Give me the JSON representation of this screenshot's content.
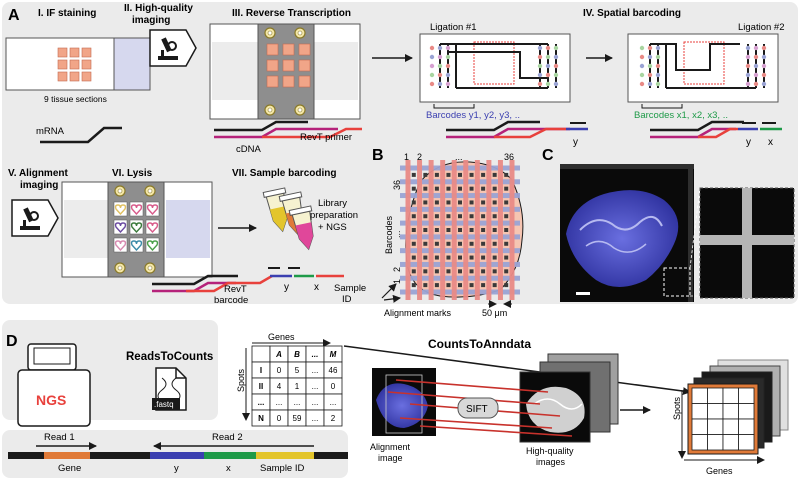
{
  "panel_a": {
    "letter": "A",
    "step1_title": "I. IF staining",
    "step1_caption": "9 tissue sections",
    "step2_title_line1": "II. High-quality",
    "step2_title_line2": "imaging",
    "step3_title": "III. Reverse Transcription",
    "mrna_label": "mRNA",
    "cdna_label": "cDNA",
    "revt_primer_label": "RevT primer",
    "step4_title": "IV. Spatial barcoding",
    "ligation1_label": "Ligation #1",
    "ligation2_label": "Ligation #2",
    "barcodes_y": "Barcodes y1, y2, y3, ..",
    "barcodes_x": "Barcodes x1, x2, x3, ..",
    "y_label": "y",
    "x_label": "x",
    "step5_title_line1": "V. Alignment",
    "step5_title_line2": "imaging",
    "step6_title": "VI. Lysis",
    "step7_title": "VII. Sample barcoding",
    "library_line1": "Library",
    "library_line2": "preparation",
    "library_line3": "+ NGS",
    "revt_barcode_line1": "RevT",
    "revt_barcode_line2": "barcode",
    "sample_id_line1": "Sample",
    "sample_id_line2": "ID"
  },
  "panel_b": {
    "letter": "B",
    "top_labels": [
      "1",
      "2",
      "...",
      "36"
    ],
    "left_labels": [
      "36",
      "...",
      "2",
      "1"
    ],
    "axis_label": "Barcodes",
    "alignment_marks": "Alignment marks",
    "scale_label": "50 μm"
  },
  "panel_c": {
    "letter": "C"
  },
  "panel_d": {
    "letter": "D",
    "ngs_label": "NGS",
    "reads_to_counts": "ReadsToCounts",
    "fastq_label": ".fastq",
    "genes_label": "Genes",
    "spots_label": "Spots",
    "table_header": [
      "",
      "A",
      "B",
      "...",
      "M"
    ],
    "table_rows": [
      [
        "I",
        "0",
        "5",
        "...",
        "46"
      ],
      [
        "II",
        "4",
        "1",
        "...",
        "0"
      ],
      [
        "...",
        "...",
        "...",
        "...",
        "..."
      ],
      [
        "N",
        "0",
        "59",
        "...",
        "2"
      ]
    ],
    "counts_to_anndata": "CountsToAnndata",
    "sift_label": "SIFT",
    "alignment_image_line1": "Alignment",
    "alignment_image_line2": "image",
    "hq_images_line1": "High-quality",
    "hq_images_line2": "images",
    "read1_label": "Read 1",
    "read2_label": "Read 2",
    "seg_gene": "Gene",
    "seg_y": "y",
    "seg_x": "x",
    "seg_sample": "Sample ID",
    "out_spots": "Spots",
    "out_genes": "Genes"
  },
  "colors": {
    "panel_bg": "#ebebeb",
    "red": "#e8413c",
    "black": "#1a1a1a",
    "magenta": "#b5227a",
    "blue": "#3b3fb0",
    "green": "#1e9a48",
    "yellow": "#e3c52c",
    "orange": "#e07a38",
    "tissue": "#f1a588",
    "grid_red": "#e98a86",
    "grid_blue": "#9aa3d4"
  }
}
